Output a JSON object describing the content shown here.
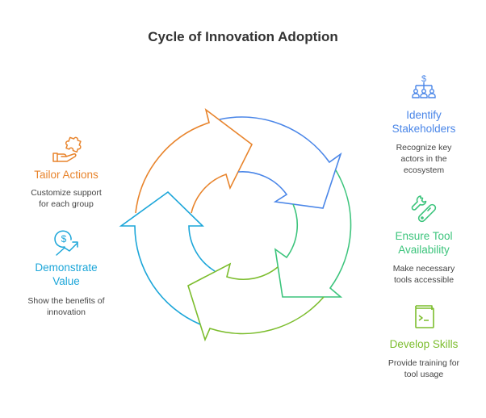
{
  "title": "Cycle of Innovation Adoption",
  "steps": [
    {
      "id": "identify",
      "label_line1": "Identify",
      "label_line2": "Stakeholders",
      "desc_line1": "Recognize key",
      "desc_line2": "actors in the",
      "desc_line3": "ecosystem",
      "icon": "org-chart-dollar-icon",
      "color": "#4a86e8"
    },
    {
      "id": "ensure",
      "label_line1": "Ensure Tool",
      "label_line2": "Availability",
      "desc_line1": "Make necessary",
      "desc_line2": "tools accessible",
      "icon": "tools-icon",
      "color": "#3cc47c"
    },
    {
      "id": "develop",
      "label_line1": "Develop Skills",
      "desc_line1": "Provide training for",
      "desc_line2": "tool usage",
      "icon": "terminal-book-icon",
      "color": "#7cbd2d"
    },
    {
      "id": "demonstrate",
      "label_line1": "Demonstrate",
      "label_line2": "Value",
      "desc_line1": "Show the benefits of",
      "desc_line2": "innovation",
      "icon": "dollar-growth-icon",
      "color": "#1ca6d9"
    },
    {
      "id": "tailor",
      "label_line1": "Tailor Actions",
      "desc_line1": "Customize support",
      "desc_line2": "for each group",
      "icon": "hand-puzzle-icon",
      "color": "#e8842c"
    }
  ]
}
